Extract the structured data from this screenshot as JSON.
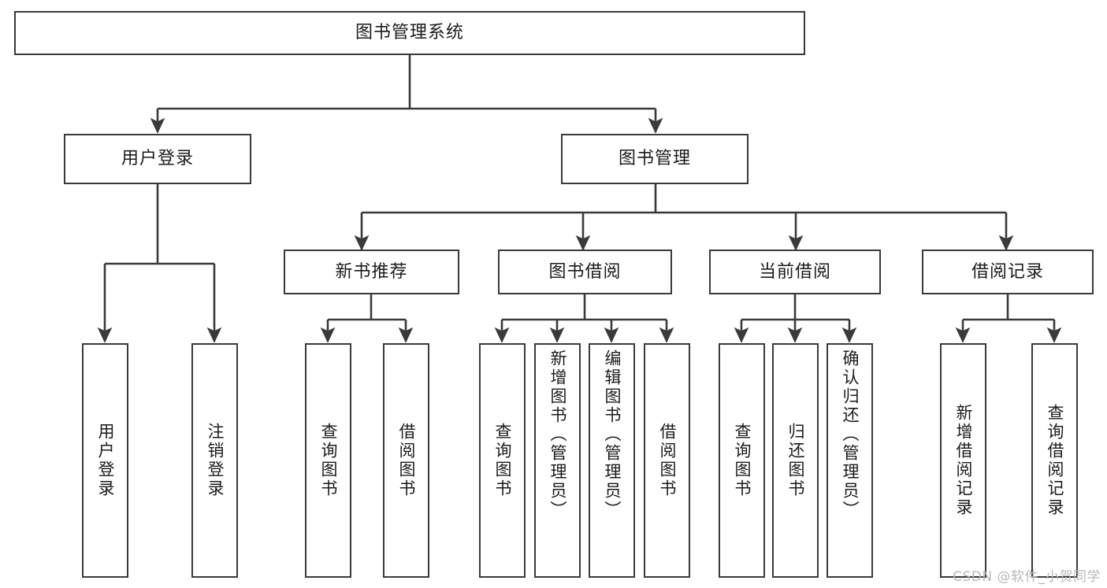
{
  "diagram": {
    "title": "图书管理系统",
    "type": "tree",
    "watermark": "CSDN @软件_小贺同学",
    "colors": {
      "node_border": "#3a3a3a",
      "node_fill": "#ffffff",
      "edge": "#3a3a3a",
      "text": "#1b1b1b",
      "watermark": "#b9b9b9"
    },
    "nodes": {
      "root": {
        "label": "图书管理系统"
      },
      "level2": [
        {
          "id": "user-login",
          "label": "用户登录"
        },
        {
          "id": "book-manage",
          "label": "图书管理"
        }
      ],
      "level3": [
        {
          "id": "new-book-recommend",
          "label": "新书推荐"
        },
        {
          "id": "book-borrow",
          "label": "图书借阅"
        },
        {
          "id": "current-borrow",
          "label": "当前借阅"
        },
        {
          "id": "borrow-record",
          "label": "借阅记录"
        }
      ],
      "leaves": {
        "user-login": [
          {
            "id": "leaf-user-login",
            "label": "用户登录"
          },
          {
            "id": "leaf-logout-login",
            "label": "注销登录"
          }
        ],
        "new-book-recommend": [
          {
            "id": "leaf-query-book-1",
            "label": "查询图书"
          },
          {
            "id": "leaf-borrow-book-1",
            "label": "借阅图书"
          }
        ],
        "book-borrow": [
          {
            "id": "leaf-query-book-2",
            "label": "查询图书"
          },
          {
            "id": "leaf-add-book-admin",
            "label": "新增图书（管理员）"
          },
          {
            "id": "leaf-edit-book-admin",
            "label": "编辑图书（管理员）"
          },
          {
            "id": "leaf-borrow-book-2",
            "label": "借阅图书"
          }
        ],
        "current-borrow": [
          {
            "id": "leaf-query-book-3",
            "label": "查询图书"
          },
          {
            "id": "leaf-return-book",
            "label": "归还图书"
          },
          {
            "id": "leaf-confirm-return-admin",
            "label": "确认归还（管理员）"
          }
        ],
        "borrow-record": [
          {
            "id": "leaf-add-borrow-record",
            "label": "新增借阅记录"
          },
          {
            "id": "leaf-query-borrow-record",
            "label": "查询借阅记录"
          }
        ]
      }
    }
  }
}
